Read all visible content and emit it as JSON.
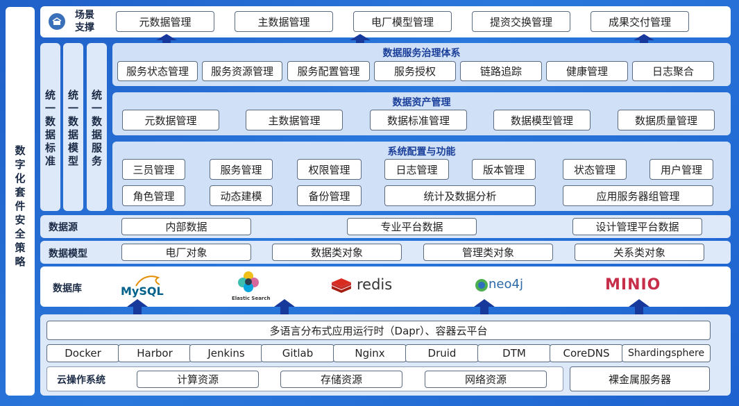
{
  "left_strategy": "数字化套件安全策略",
  "scene": {
    "label": "场景支撑",
    "items": [
      "元数据管理",
      "主数据管理",
      "电厂模型管理",
      "提资交换管理",
      "成果交付管理"
    ]
  },
  "vertical_columns": [
    "统一数据标准",
    "统一数据模型",
    "统一数据服务"
  ],
  "governance": {
    "title": "数据服务治理体系",
    "items": [
      "服务状态管理",
      "服务资源管理",
      "服务配置管理",
      "服务授权",
      "链路追踪",
      "健康管理",
      "日志聚合"
    ]
  },
  "asset": {
    "title": "数据资产管理",
    "items": [
      "元数据管理",
      "主数据管理",
      "数据标准管理",
      "数据模型管理",
      "数据质量管理"
    ]
  },
  "system": {
    "title": "系统配置与功能",
    "row1": [
      "三员管理",
      "服务管理",
      "权限管理",
      "日志管理",
      "版本管理",
      "状态管理",
      "用户管理"
    ],
    "row2": [
      "角色管理",
      "动态建模",
      "备份管理",
      "统计及数据分析",
      "应用服务器组管理"
    ]
  },
  "datasource": {
    "label": "数据源",
    "items": [
      "内部数据",
      "专业平台数据",
      "设计管理平台数据"
    ]
  },
  "datamodel": {
    "label": "数据模型",
    "items": [
      "电厂对象",
      "数据类对象",
      "管理类对象",
      "关系类对象"
    ]
  },
  "database": {
    "label": "数据库",
    "logos": {
      "mysql": "MySQL",
      "elastic": "Elastic Search",
      "redis": "redis",
      "neo4j": "neo4j",
      "minio": "MINIO"
    }
  },
  "runtime": {
    "title": "多语言分布式应用运行时（Dapr）、容器云平台",
    "tools": [
      "Docker",
      "Harbor",
      "Jenkins",
      "Gitlab",
      "Nginx",
      "Druid",
      "DTM",
      "CoreDNS",
      "Shardingsphere"
    ]
  },
  "cloud": {
    "label": "云操作系统",
    "items": [
      "计算资源",
      "存储资源",
      "网络资源"
    ],
    "baremetal": "裸金属服务器"
  },
  "colors": {
    "accent": "#17399c",
    "title": "#1a3f9a",
    "bg": "#2a78dc"
  }
}
